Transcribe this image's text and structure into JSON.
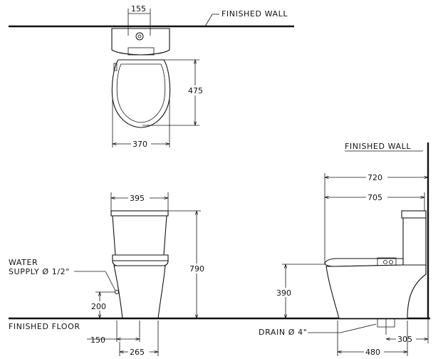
{
  "labels": {
    "finished_wall_top": "FINISHED  WALL",
    "finished_wall_side": "FINISHED  WALL",
    "finished_floor": "FINISHED  FLOOR",
    "water_supply_1": "WATER",
    "water_supply_2": "SUPPLY Ø 1/2\"",
    "drain": "DRAIN Ø 4\""
  },
  "dimensions": {
    "top_155": "155",
    "top_475": "475",
    "top_370": "370",
    "front_395": "395",
    "front_790": "790",
    "front_200": "200",
    "front_150": "150",
    "front_265": "265",
    "side_720": "720",
    "side_705": "705",
    "side_390": "390",
    "side_305": "305",
    "side_480": "480"
  }
}
